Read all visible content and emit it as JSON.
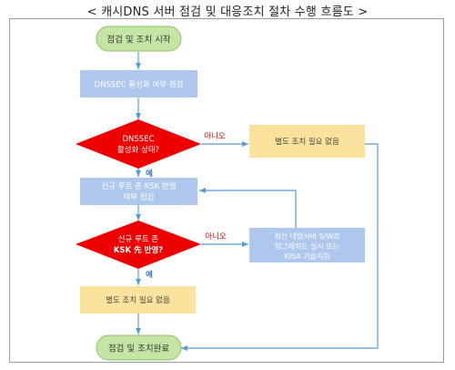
{
  "title": "< 캐시DNS 서버 점검 및 대응조치 절차 수행 흐름도 >",
  "nodes": {
    "start": "점검 및 조치 시작",
    "check_dnssec": "DNSSEC 활성화 여부 점검",
    "decision1": [
      "DNSSEC",
      "활성화 상태?"
    ],
    "no_action_1": "별도 조치 필요 없음",
    "check_ksk": [
      "신규 루트 존 KSK 반영",
      "여부 점검"
    ],
    "decision2": [
      "신규 루트 존",
      "KSK 先 반영?"
    ],
    "upgrade": [
      "최신 네임서버 S/W로",
      "업그레이드 실시 또는",
      "KISA 기술지원"
    ],
    "no_action_2": "별도 조치 필요 없음",
    "end": "점검 및 조치완료"
  },
  "edge_labels": {
    "no_1": "아니오",
    "yes_1": "예",
    "no_2": "아니오",
    "yes_2": "예"
  },
  "colors": {
    "start_end_fill": "#c5e5a5",
    "start_end_stroke": "#8fbf6a",
    "process_fill": "#adc8ec",
    "decision_fill": "#ec0000",
    "note_fill": "#fbe39d",
    "arrow": "#5b9bd5",
    "no_label": "#e30000",
    "yes_label": "#2e74c9"
  }
}
